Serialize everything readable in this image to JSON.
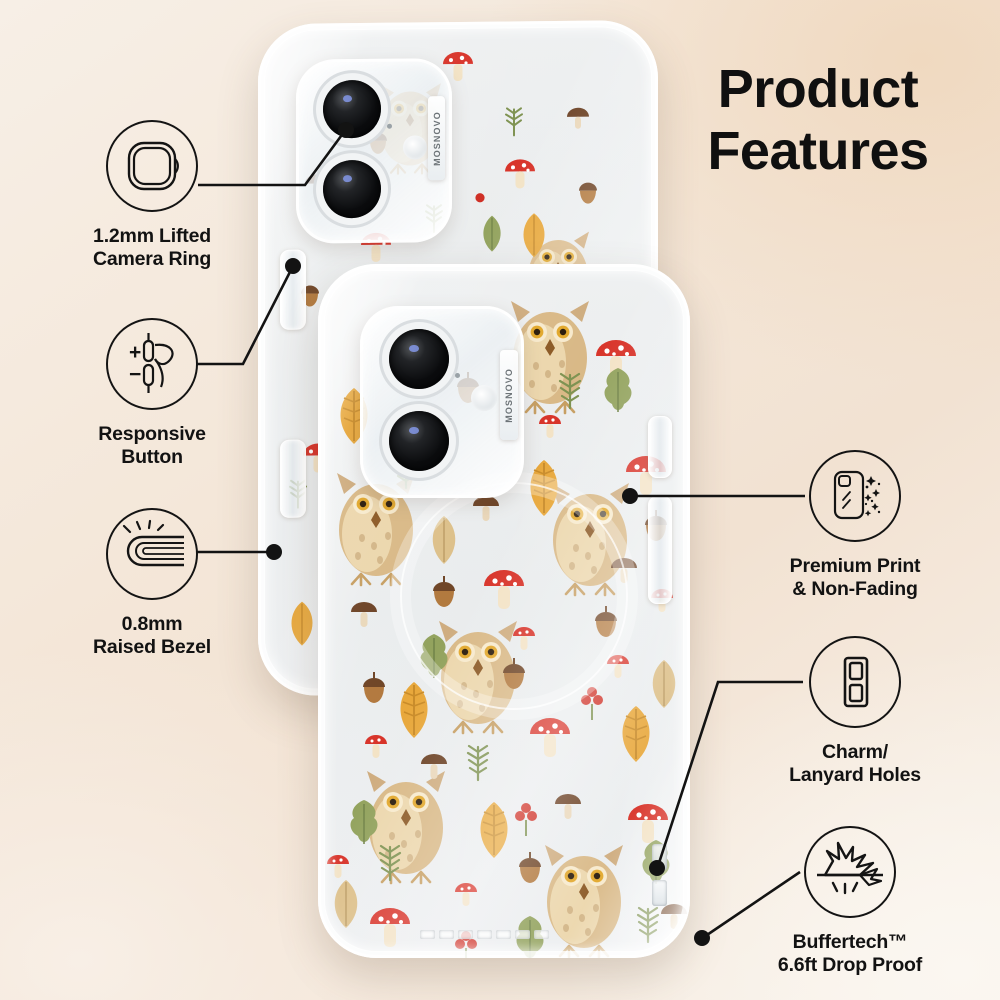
{
  "headline": {
    "line1": "Product",
    "line2": "Features"
  },
  "brand": {
    "name": "MOSNOVO"
  },
  "features": [
    {
      "id": "lifted-camera-ring",
      "icon": "camera-ring-icon",
      "label_line1": "1.2mm Lifted",
      "label_line2": "Camera Ring"
    },
    {
      "id": "responsive-button",
      "icon": "button-press-icon",
      "label_line1": "Responsive",
      "label_line2": "Button",
      "plus": "+",
      "minus": "−"
    },
    {
      "id": "raised-bezel",
      "icon": "raised-bezel-icon",
      "label_line1": "0.8mm",
      "label_line2": "Raised Bezel"
    },
    {
      "id": "premium-print",
      "icon": "print-sparkle-icon",
      "label_line1": "Premium Print",
      "label_line2": "& Non-Fading"
    },
    {
      "id": "lanyard-holes",
      "icon": "lanyard-holes-icon",
      "label_line1": "Charm/",
      "label_line2": "Lanyard Holes"
    },
    {
      "id": "drop-proof",
      "icon": "drop-impact-icon",
      "label_line1": "Buffertech™",
      "label_line2": "6.6ft Drop Proof"
    }
  ],
  "colors": {
    "ink": "#131313",
    "bg_top_right": "#f0d9c0",
    "bg_bottom_left": "#f8efe6",
    "bg_bottom_right": "#fbf7f1",
    "case_clear": "#eceeef",
    "mushroom_red": "#d8342a",
    "owl_tan": "#d8b98b",
    "leaf_gold": "#e8a83c",
    "leaf_green": "#93a35e",
    "acorn_brown": "#7b4b2a"
  }
}
